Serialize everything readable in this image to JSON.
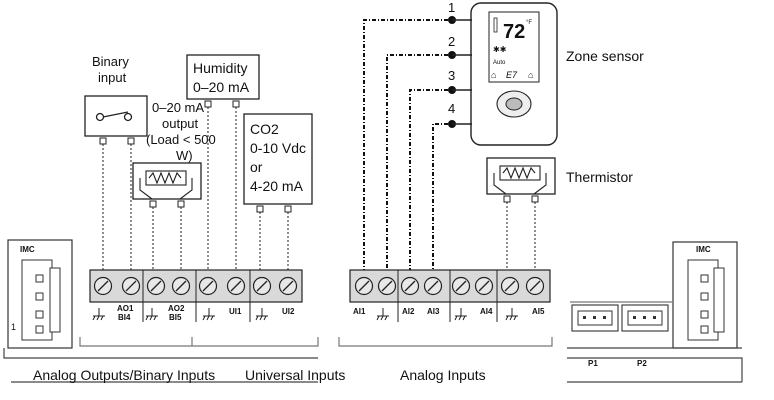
{
  "left_devices": {
    "binary_input": {
      "line1": "Binary",
      "line2": "input"
    },
    "humidity": {
      "line1": "Humidity",
      "line2": "0–20 mA"
    },
    "output_note": {
      "line1": "0–20 mA",
      "line2": "output",
      "line3": "(Load < 500",
      "line4": "W)"
    },
    "co2": {
      "line1": "CO2",
      "line2": "0-10 Vdc",
      "line3": "or",
      "line4": "4-20 mA"
    }
  },
  "left_strip": {
    "labels": {
      "ao1": "AO1",
      "bi4": "BI4",
      "ao2": "AO2",
      "bi5": "BI5",
      "ui1": "UI1",
      "ui2": "UI2"
    }
  },
  "right_strip": {
    "labels": {
      "ai1": "AI1",
      "ai2": "AI2",
      "ai3": "AI3",
      "ai4": "AI4",
      "ai5": "AI5"
    }
  },
  "zone_sensor": {
    "label": "Zone sensor",
    "pins": [
      "1",
      "2",
      "3",
      "4"
    ],
    "display_value": "72",
    "display_unit": "°F",
    "display_mode": "Auto",
    "display_code": "E7"
  },
  "thermistor": {
    "label": "Thermistor"
  },
  "imc": {
    "left": "IMC",
    "right": "IMC",
    "pin_number": "1"
  },
  "connectors": {
    "p1": "P1",
    "p2": "P2"
  },
  "groups": {
    "analog_outputs_binary_inputs": "Analog Outputs/Binary Inputs",
    "universal_inputs": "Universal Inputs",
    "analog_inputs": "Analog Inputs"
  }
}
